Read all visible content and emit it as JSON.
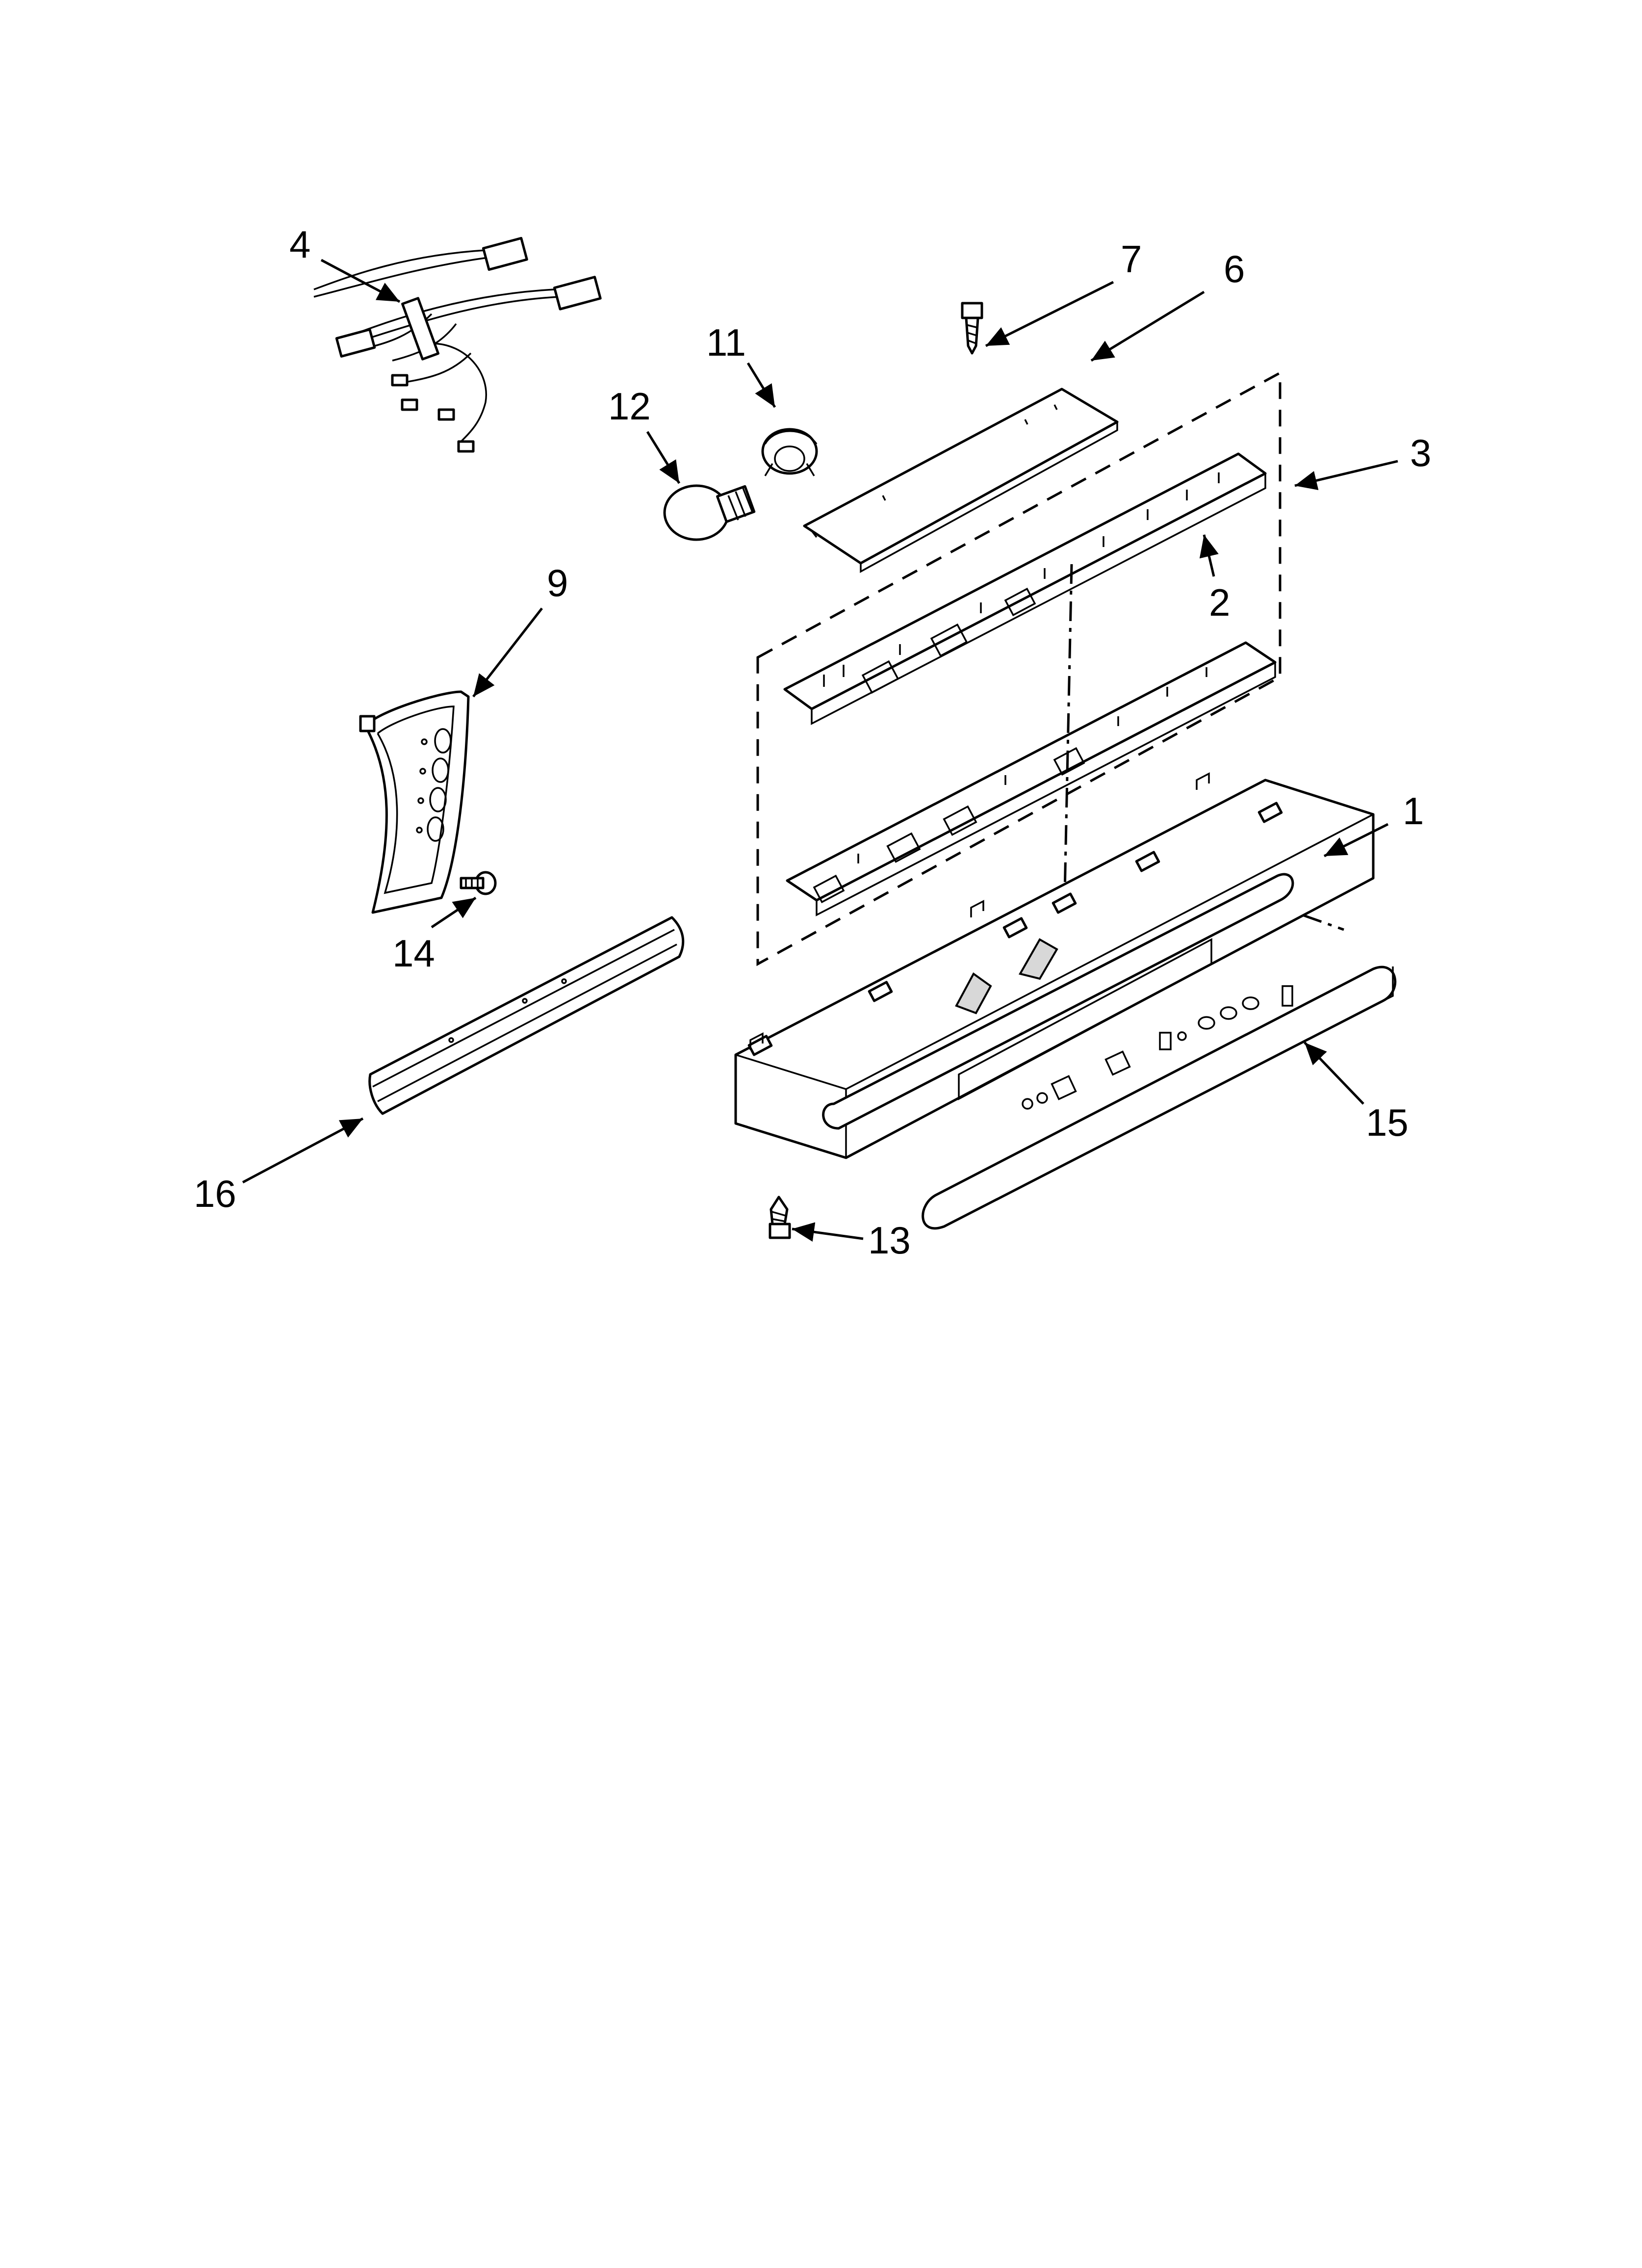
{
  "diagram": {
    "callouts": {
      "c1": "1",
      "c2": "2",
      "c3": "3",
      "c4": "4",
      "c6": "6",
      "c7": "7",
      "c9": "9",
      "c11": "11",
      "c12": "12",
      "c13": "13",
      "c14": "14",
      "c15": "15",
      "c16": "16"
    },
    "colors": {
      "line": "#000000",
      "background": "#ffffff",
      "shade": "#d8d8d8"
    }
  }
}
